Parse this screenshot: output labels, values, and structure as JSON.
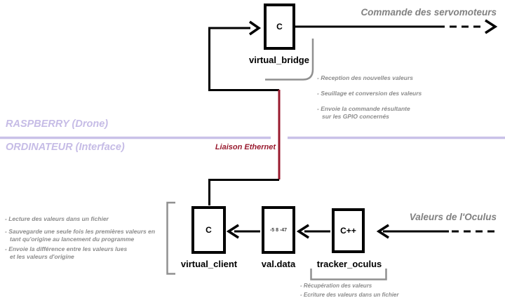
{
  "sections": {
    "top_label": "RASPBERRY (Drone)",
    "bottom_label": "ORDINATEUR (Interface)"
  },
  "link": {
    "label": "Liaison Ethernet"
  },
  "nodes": {
    "virtual_bridge": {
      "content": "C",
      "label": "virtual_bridge"
    },
    "virtual_client": {
      "content": "C",
      "label": "virtual_client"
    },
    "val_data": {
      "content": "-5 8 -47",
      "label": "val.data"
    },
    "tracker_oculus": {
      "content": "C++",
      "label": "tracker_oculus"
    }
  },
  "flows": {
    "servo": {
      "label": "Commande des servomoteurs"
    },
    "oculus": {
      "label": "Valeurs de l'Oculus"
    }
  },
  "annotations": {
    "virtual_bridge": [
      "- Reception des nouvelles valeurs",
      "- Seuillage et conversion des valeurs",
      "- Envoie la commande résultante",
      "sur les GPIO concernés"
    ],
    "virtual_client": [
      "- Lecture des valeurs dans un fichier",
      "- Sauvegarde une seule fois les premières valeurs en",
      "tant qu'origine au lancement du programme",
      "- Envoie la différence entre les valeurs lues",
      "et les valeurs d'origine"
    ],
    "tracker_oculus": [
      "- Récupération des valeurs",
      "- Ecriture des valeurs dans un fichier"
    ]
  },
  "colors": {
    "ethernet_red": "#991a2e",
    "section_purple": "#c9c1e8",
    "annotation_gray": "#8c8c8c",
    "wire_black": "#000000"
  }
}
